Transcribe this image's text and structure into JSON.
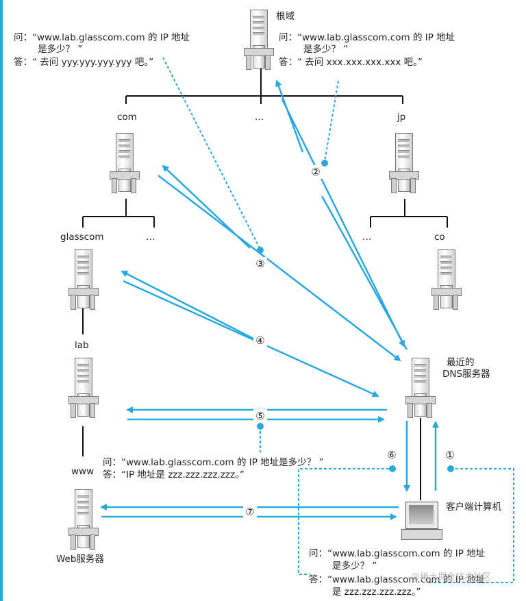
{
  "nodes": {
    "root": "根域",
    "com": "com",
    "dots_root": "…",
    "jp": "jp",
    "glasscom": "glasscom",
    "dots_com": "…",
    "dots_jp": "…",
    "co": "co",
    "lab": "lab",
    "www": "www",
    "web_server": "Web服务器",
    "nearest_dns_1": "最近的",
    "nearest_dns_2": "DNS服务器",
    "client": "客户端计算机"
  },
  "steps": [
    "①",
    "②",
    "③",
    "④",
    "⑤",
    "⑥",
    "⑦"
  ],
  "dialogs": {
    "com_server": {
      "q1": "问：“www.lab.glasscom.com 的 IP 地址",
      "q2": "是多少？ ”",
      "a": "答：“ 去问 yyy.yyy.yyy.yyy 吧。”"
    },
    "root_server": {
      "q1": "问：“www.lab.glasscom.com 的 IP 地址",
      "q2": "是多少？ ”",
      "a": "答：“ 去问 xxx.xxx.xxx.xxx 吧。”"
    },
    "lab_server": {
      "q": "问：“www.lab.glasscom.com 的 IP 地址是多少？ ”",
      "a": "答：“IP 地址是 zzz.zzz.zzz.zzz。”"
    },
    "client": {
      "q1": "问：“www.lab.glasscom.com 的 IP 地址",
      "q2": "是多少？ ”",
      "a1": "答：“www.lab.glasscom.com 的 IP 地址",
      "a2": "是 zzz.zzz.zzz.zzz。”"
    }
  },
  "watermark": "@稀土掘金技术社区",
  "colors": {
    "arrow": "#29a8e0",
    "line": "#111111",
    "frame": "#29a8e0"
  }
}
